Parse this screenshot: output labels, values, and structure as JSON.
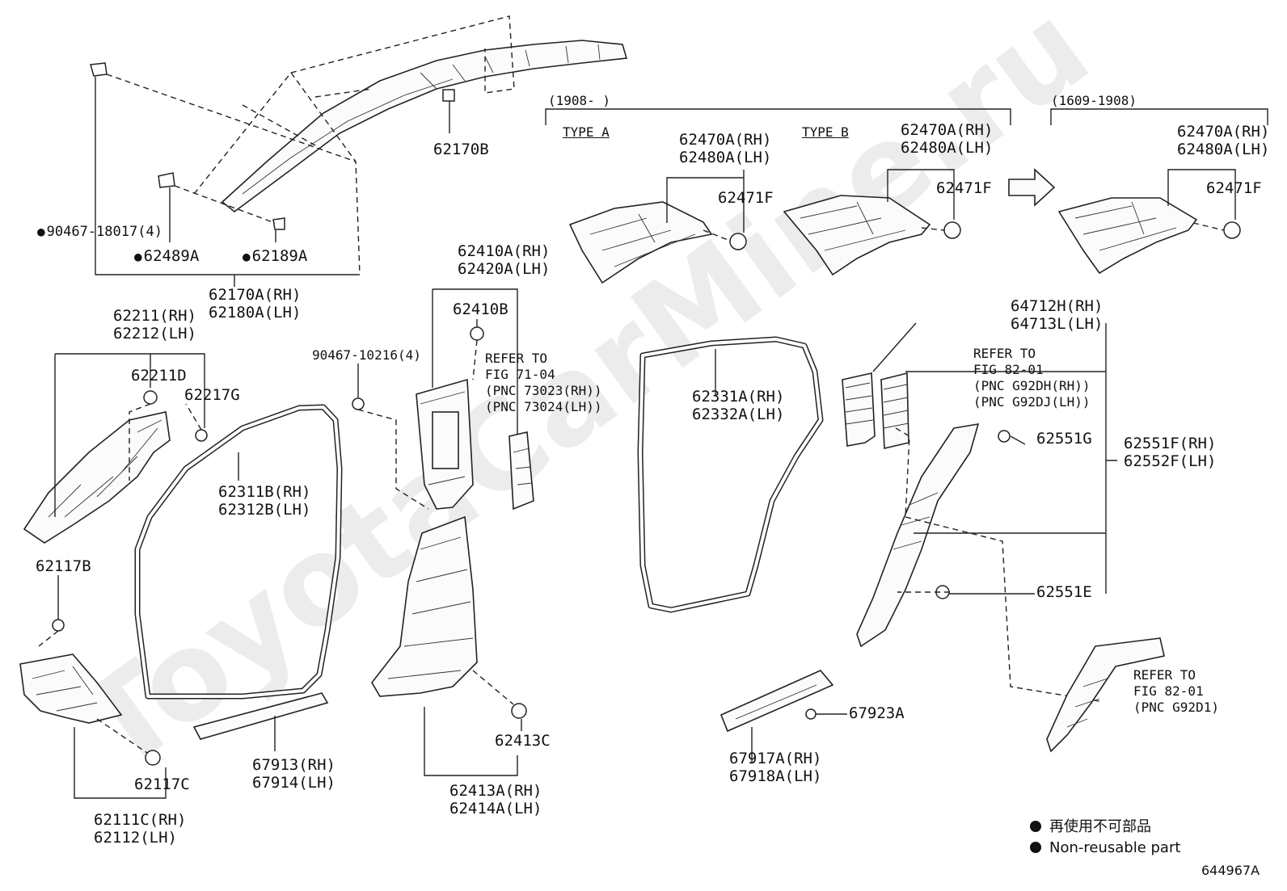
{
  "watermark": "ToyotaCarMine.ru",
  "diagram_code": "644967A",
  "legend": {
    "jp": "再使用不可部品",
    "en": "Non-reusable part"
  },
  "bracket_1908": "(1908-      )",
  "bracket_1609": "(1609-1908)",
  "type_a": "TYPE A",
  "type_b": "TYPE B",
  "labels": {
    "p62170B": "62170B",
    "p90467_18017": "90467-18017(4)",
    "p62489A": "62489A",
    "p62189A": "62189A",
    "p62170A": "62170A(RH)",
    "p62180A": "62180A(LH)",
    "p62211": "62211(RH)",
    "p62212": "62212(LH)",
    "p62211D": "62211D",
    "p62217G": "62217G",
    "p62117B": "62117B",
    "p62117C": "62117C",
    "p62111C": "62111C(RH)",
    "p62112": "62112(LH)",
    "p62311B": "62311B(RH)",
    "p62312B": "62312B(LH)",
    "p67913": "67913(RH)",
    "p67914": "67914(LH)",
    "p90467_10216": "90467-10216(4)",
    "p62410A": "62410A(RH)",
    "p62420A": "62420A(LH)",
    "p62410B": "62410B",
    "refer_71_1": "REFER TO",
    "refer_71_2": "FIG 71-04",
    "refer_71_3": "(PNC 73023(RH))",
    "refer_71_4": "(PNC 73024(LH))",
    "p62413C": "62413C",
    "p62413A": "62413A(RH)",
    "p62414A": "62414A(LH)",
    "a_62470A": "62470A(RH)",
    "a_62480A": "62480A(LH)",
    "a_62471F": "62471F",
    "b_62470A": "62470A(RH)",
    "b_62480A": "62480A(LH)",
    "b_62471F": "62471F",
    "c_62470A": "62470A(RH)",
    "c_62480A": "62480A(LH)",
    "c_62471F": "62471F",
    "p62331A": "62331A(RH)",
    "p62332A": "62332A(LH)",
    "p64712H": "64712H(RH)",
    "p64713L": "64713L(LH)",
    "refer_82a_1": "REFER TO",
    "refer_82a_2": "FIG 82-01",
    "refer_82a_3": "(PNC G92DH(RH))",
    "refer_82a_4": "(PNC G92DJ(LH))",
    "p62551G": "62551G",
    "p62551F": "62551F(RH)",
    "p62552F": "62552F(LH)",
    "p62551E": "62551E",
    "p67923A": "67923A",
    "p67917A": "67917A(RH)",
    "p67918A": "67918A(LH)",
    "refer_82b_1": "REFER TO",
    "refer_82b_2": "FIG 82-01",
    "refer_82b_3": "(PNC G92D1)"
  }
}
